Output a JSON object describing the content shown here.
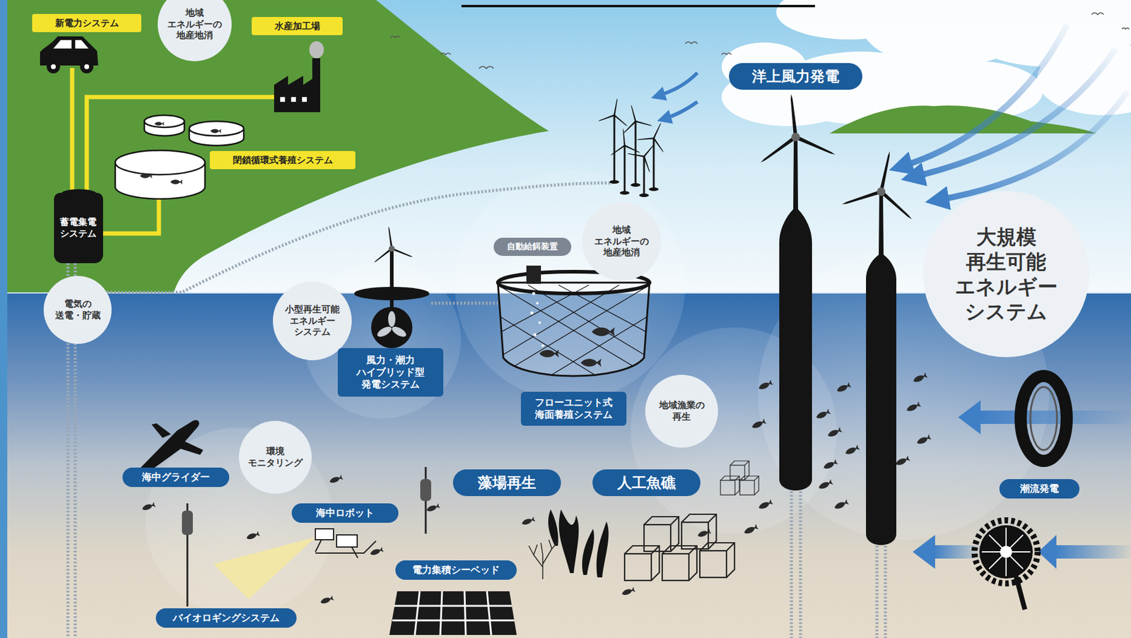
{
  "diagram": {
    "nodes": [
      {
        "text": [
          "新電力システム"
        ]
      },
      {
        "text": [
          "地域 エネルギーの 地産地消"
        ]
      },
      {
        "text": [
          "水産加工場"
        ]
      },
      {
        "text": [
          "洋上風力発電"
        ]
      },
      {
        "text": [
          "閉鎖循環式養殖システム"
        ]
      },
      {
        "text": [
          "蓄電集電 システム"
        ]
      },
      {
        "text": [
          "自動給餌装置"
        ]
      },
      {
        "text": [
          "地域 エネルギーの 地産地消"
        ]
      },
      {
        "text": [
          "大規模 再生可能 エネルギー システム"
        ]
      },
      {
        "text": [
          "電気の 送電・貯蔵"
        ]
      },
      {
        "text": [
          "小型再生可能 エネルギー システム"
        ]
      },
      {
        "text": [
          "風力・潮力 ハイブリッド型 発電システム"
        ]
      },
      {
        "text": [
          "フローユニット式 海面養殖システム"
        ]
      },
      {
        "text": [
          "地域漁業の 再生"
        ]
      },
      {
        "text": [
          "環境 モニタリング"
        ]
      },
      {
        "text": [
          "海中グライダー"
        ]
      },
      {
        "text": [
          "藻場再生"
        ]
      },
      {
        "text": [
          "人工魚礁"
        ]
      },
      {
        "text": [
          "潮流発電"
        ]
      },
      {
        "text": [
          "海中ロボット"
        ]
      },
      {
        "text": [
          "電力集積シーベッド"
        ]
      },
      {
        "text": [
          "バイオロギングシステム"
        ]
      }
    ]
  }
}
